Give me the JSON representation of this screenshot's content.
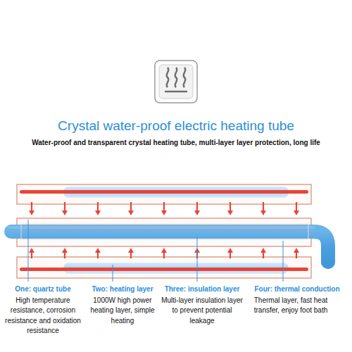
{
  "diagram": {
    "title": "Crystal water-proof electric heating tube",
    "labels": [
      "Water-proof and transparent crystal heating tube, multi-layer layer protection, long life",
      "One: quartz tube",
      "High temperature resistance, corrosion resistance and oxidation resistance",
      "Two: heating layer",
      "1000W high power heating layer, simple heating",
      "Three: insulation layer",
      "Multi-layer insulation layer to prevent potential leakage",
      "Four: thermal conduction",
      "Thermal layer, fast heat transfer, enjoy foot bath"
    ]
  }
}
